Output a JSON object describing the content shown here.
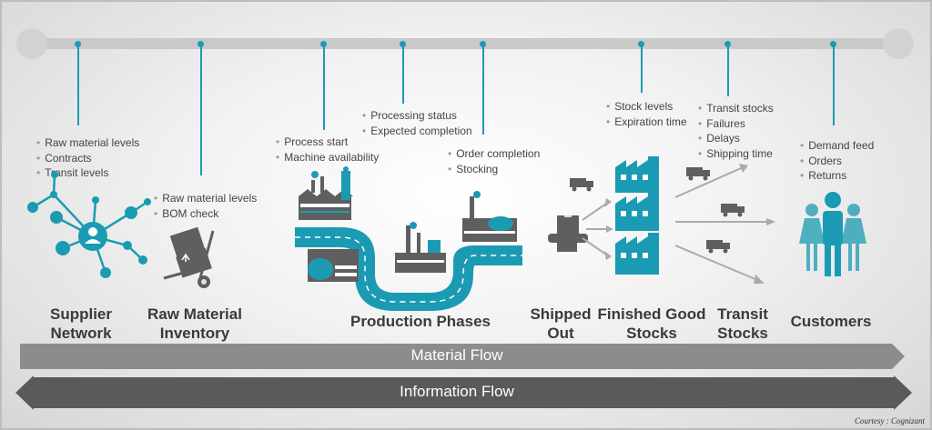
{
  "timeline": {
    "groups": [
      {
        "id": "supplier",
        "items": [
          "Raw material levels",
          "Contracts",
          "Transit levels"
        ]
      },
      {
        "id": "inventory",
        "items": [
          "Raw material levels",
          "BOM check"
        ]
      },
      {
        "id": "process-start",
        "items": [
          "Process start",
          "Machine availability"
        ]
      },
      {
        "id": "processing",
        "items": [
          "Processing status",
          "Expected completion"
        ]
      },
      {
        "id": "order",
        "items": [
          "Order completion",
          "Stocking"
        ]
      },
      {
        "id": "stock-levels",
        "items": [
          "Stock levels",
          "Expiration time"
        ]
      },
      {
        "id": "transit",
        "items": [
          "Transit stocks",
          "Failures",
          "Delays",
          "Shipping time"
        ]
      },
      {
        "id": "demand",
        "items": [
          "Demand feed",
          "Orders",
          "Returns"
        ]
      }
    ]
  },
  "stages": {
    "supplier": [
      "Supplier",
      "Network"
    ],
    "inventory": [
      "Raw Material",
      "Inventory"
    ],
    "production": [
      "Production Phases"
    ],
    "shipped": [
      "Shipped",
      "Out"
    ],
    "finished": [
      "Finished Good",
      "Stocks"
    ],
    "transit": [
      "Transit",
      "Stocks"
    ],
    "customers": [
      "Customers"
    ]
  },
  "flows": {
    "material": "Material Flow",
    "information": "Information Flow"
  },
  "credit": "Courtesy : Cognizant",
  "colors": {
    "accent": "#1b9bb3",
    "icon_dark": "#5f5f5f",
    "material_arrow": "#8c8c8c",
    "information_arrow": "#5a5a5a"
  },
  "icons": [
    "supplier-network-icon",
    "hand-truck-boxes-icon",
    "factory-road-icon",
    "hand-box-icon",
    "warehouse-icon",
    "delivery-truck-icon",
    "customers-group-icon"
  ]
}
